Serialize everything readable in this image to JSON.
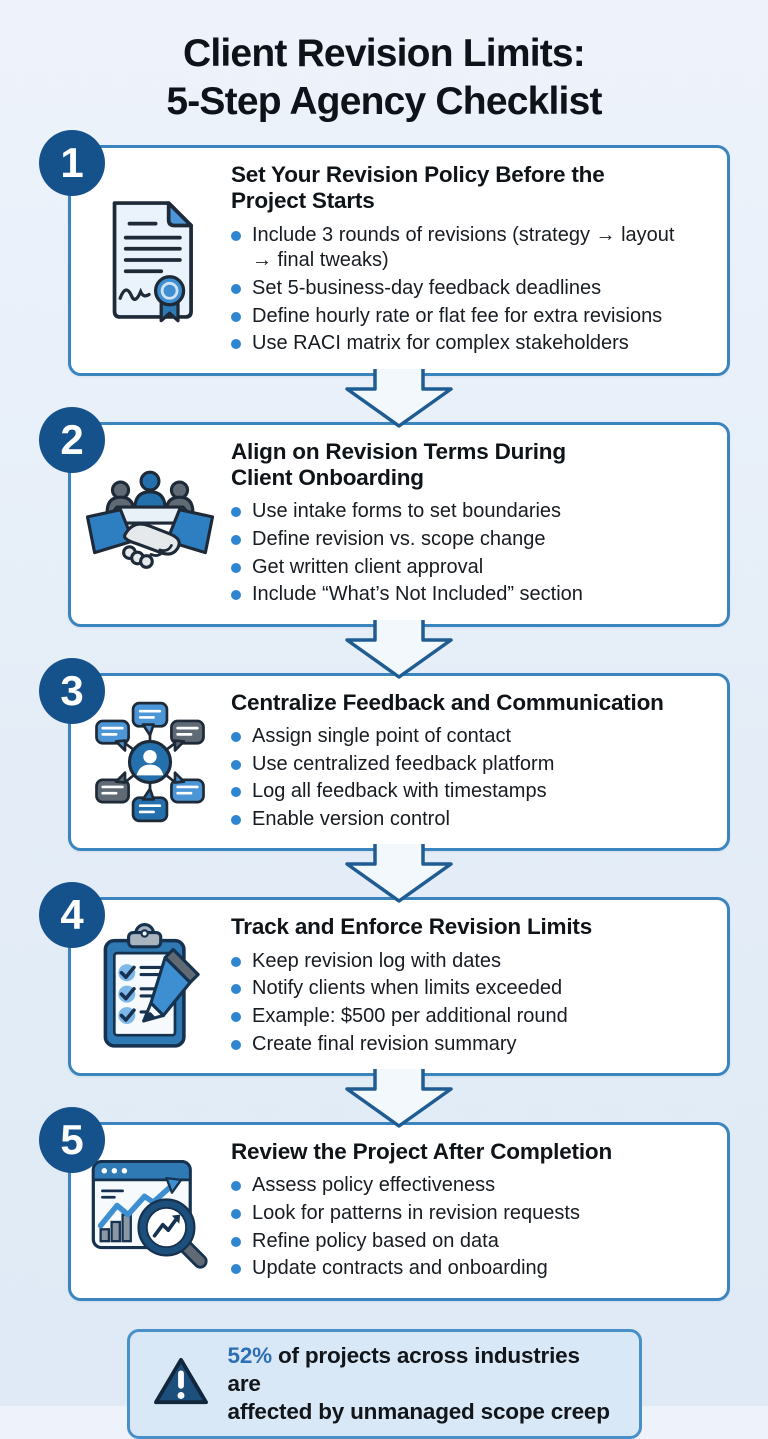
{
  "title": "Client Revision Limits:\n5-Step Agency Checklist",
  "colors": {
    "card_border_blue": "#3b85bf",
    "badge_blue": "#15528c",
    "bullet_blue": "#2e86d0",
    "stat_value_blue": "#2d6fb2",
    "stat_box_fill": "#d9e8f6",
    "background_light_blue": "#e6eef8"
  },
  "steps": [
    {
      "number": "1",
      "icon": "contract-document-icon",
      "heading": "Set Your Revision Policy Before the\nProject Starts",
      "bullets": [
        "Include 3 rounds of revisions (strategy → layout\n→ final tweaks)",
        "Set 5-business-day feedback deadlines",
        "Define hourly rate or flat fee for extra revisions",
        "Use RACI matrix for complex stakeholders"
      ]
    },
    {
      "number": "2",
      "icon": "handshake-icon",
      "heading": "Align on Revision Terms During\nClient Onboarding",
      "bullets": [
        "Use intake forms to set boundaries",
        "Define revision vs. scope change",
        "Get written client approval",
        "Include “What’s Not Included” section"
      ]
    },
    {
      "number": "3",
      "icon": "communication-hub-icon",
      "heading": "Centralize Feedback and Communication",
      "bullets": [
        "Assign single point of contact",
        "Use centralized feedback platform",
        "Log all feedback with timestamps",
        "Enable version control"
      ]
    },
    {
      "number": "4",
      "icon": "checklist-clipboard-icon",
      "heading": "Track and Enforce Revision Limits",
      "bullets": [
        "Keep revision log with dates",
        "Notify clients when limits exceeded",
        "Example: $500 per additional round",
        "Create final revision summary"
      ]
    },
    {
      "number": "5",
      "icon": "analytics-review-icon",
      "heading": "Review the Project After Completion",
      "bullets": [
        "Assess policy effectiveness",
        "Look for patterns in revision requests",
        "Refine policy based on data",
        "Update contracts and onboarding"
      ]
    }
  ],
  "footer": {
    "icon": "warning-triangle-icon",
    "stat_value": "52%",
    "stat_text": "of projects across industries are\naffected by unmanaged scope creep"
  }
}
